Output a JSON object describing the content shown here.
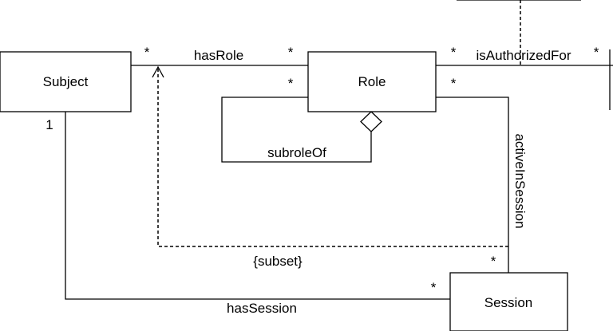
{
  "classes": {
    "subject": "Subject",
    "role": "Role",
    "session": "Session"
  },
  "associations": {
    "has_role": "hasRole",
    "is_authorized_for": "isAuthorizedFor",
    "subrole_of": "subroleOf",
    "active_in_session": "activeInSession",
    "has_session": "hasSession"
  },
  "constraints": {
    "subset": "{subset}"
  },
  "multiplicities": {
    "subject_has_role": "*",
    "role_has_role": "*",
    "role_authorized": "*",
    "authorized_far_end": "*",
    "role_subrole": "*",
    "role_active": "*",
    "subject_has_session": "1",
    "session_has_session": "*",
    "session_active": "*"
  }
}
